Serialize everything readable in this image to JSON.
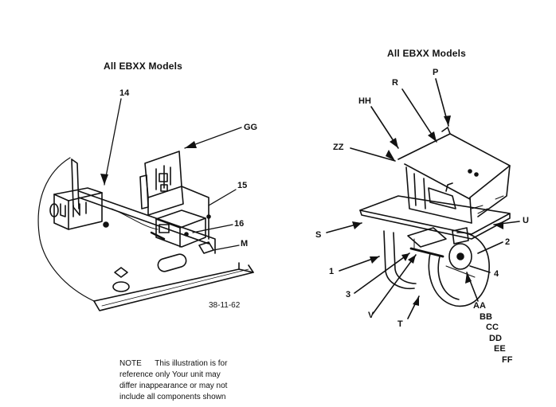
{
  "left_diagram": {
    "title": "All EBXX Models",
    "labels": {
      "p14": "14",
      "gg": "GG",
      "p15": "15",
      "p16": "16",
      "m": "M"
    },
    "drawing_code": "38-11-62"
  },
  "right_diagram": {
    "title": "All EBXX Models",
    "labels": {
      "r": "R",
      "p": "P",
      "hh": "HH",
      "zz": "ZZ",
      "s": "S",
      "u": "U",
      "n2": "2",
      "n1": "1",
      "n4": "4",
      "n3": "3",
      "v": "V",
      "t": "T",
      "aa": "AA",
      "bb": "BB",
      "cc": "CC",
      "dd": "DD",
      "ee": "EE",
      "ff": "FF"
    }
  },
  "note": {
    "line1": "NOTE      This illustration is for",
    "line2": "reference only    Your unit may",
    "line3": "differ inappearance or may not",
    "line4": "include all components shown"
  }
}
